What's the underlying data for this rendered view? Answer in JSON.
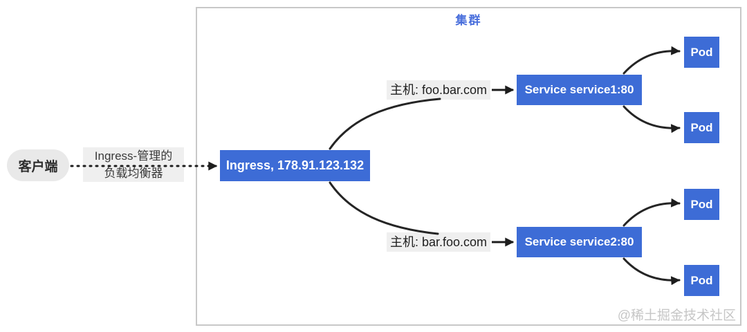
{
  "colors": {
    "node_blue": "#3d6cd6",
    "node_text": "#ffffff",
    "cluster_border": "#c8c8c8",
    "cluster_title": "#4a6fdc",
    "label_bg": "#efefef",
    "client_bg": "#e9e9e9",
    "line_color": "#252525",
    "watermark": "#c6c6c6"
  },
  "cluster": {
    "title": "集群"
  },
  "client": {
    "label": "客户端"
  },
  "load_balancer_label": {
    "line1": "Ingress-管理的",
    "line2": "负载均衡器"
  },
  "ingress": {
    "label": "Ingress, 178.91.123.132"
  },
  "routes": [
    {
      "host_label": "主机: foo.bar.com",
      "service_label": "Service service1:80",
      "pods": [
        "Pod",
        "Pod"
      ]
    },
    {
      "host_label": "主机: bar.foo.com",
      "service_label": "Service service2:80",
      "pods": [
        "Pod",
        "Pod"
      ]
    }
  ],
  "watermark": "@稀土掘金技术社区"
}
